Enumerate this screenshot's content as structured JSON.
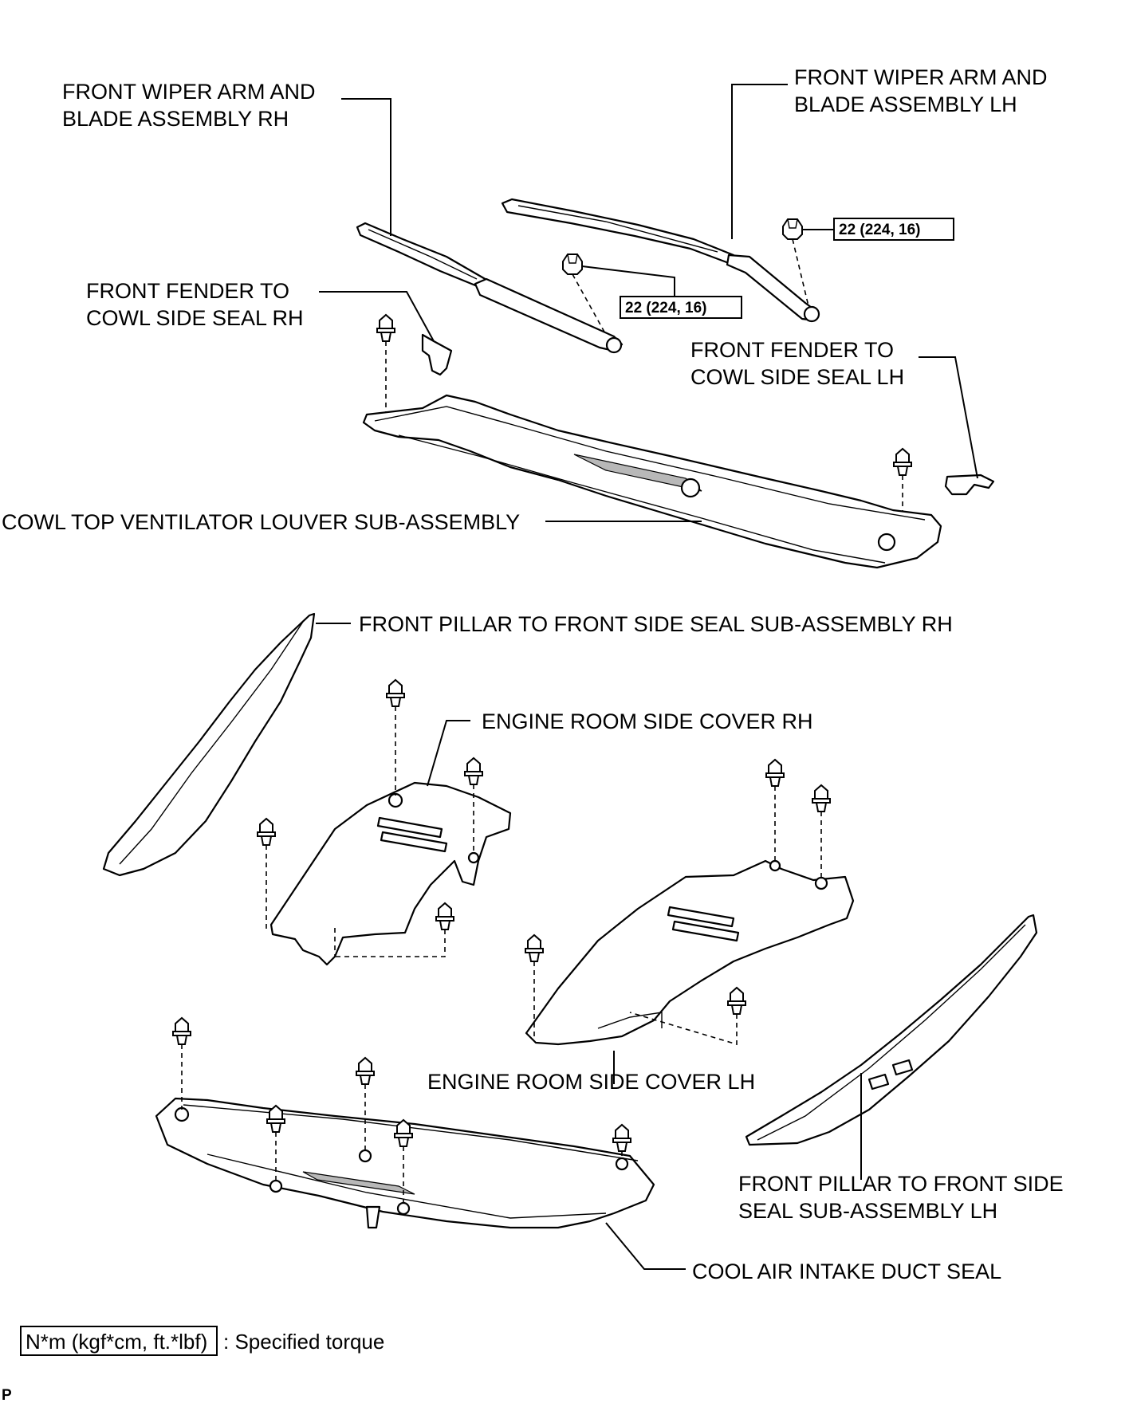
{
  "labels": {
    "wiper_rh_line1": "FRONT WIPER ARM AND",
    "wiper_rh_line2": "BLADE ASSEMBLY RH",
    "wiper_lh_line1": "FRONT WIPER ARM AND",
    "wiper_lh_line2": "BLADE ASSEMBLY LH",
    "fender_seal_rh_line1": "FRONT FENDER TO",
    "fender_seal_rh_line2": "COWL SIDE SEAL RH",
    "fender_seal_lh_line1": "FRONT FENDER TO",
    "fender_seal_lh_line2": "COWL SIDE SEAL LH",
    "cowl_louver": "COWL TOP VENTILATOR LOUVER SUB-ASSEMBLY",
    "pillar_seal_rh": "FRONT PILLAR TO FRONT SIDE SEAL SUB-ASSEMBLY RH",
    "engine_cover_rh": "ENGINE ROOM SIDE COVER RH",
    "engine_cover_lh": "ENGINE ROOM SIDE COVER LH",
    "pillar_seal_lh_line1": "FRONT PILLAR TO FRONT SIDE",
    "pillar_seal_lh_line2": "SEAL SUB-ASSEMBLY LH",
    "intake_duct_seal": "COOL AIR INTAKE DUCT SEAL"
  },
  "torque": {
    "nut_lh": "22 (224, 16)",
    "nut_rh": "22 (224, 16)"
  },
  "legend": {
    "unit_box": "N*m (kgf*cm, ft.*lbf)",
    "description": ": Specified torque"
  },
  "corner_mark": "P"
}
